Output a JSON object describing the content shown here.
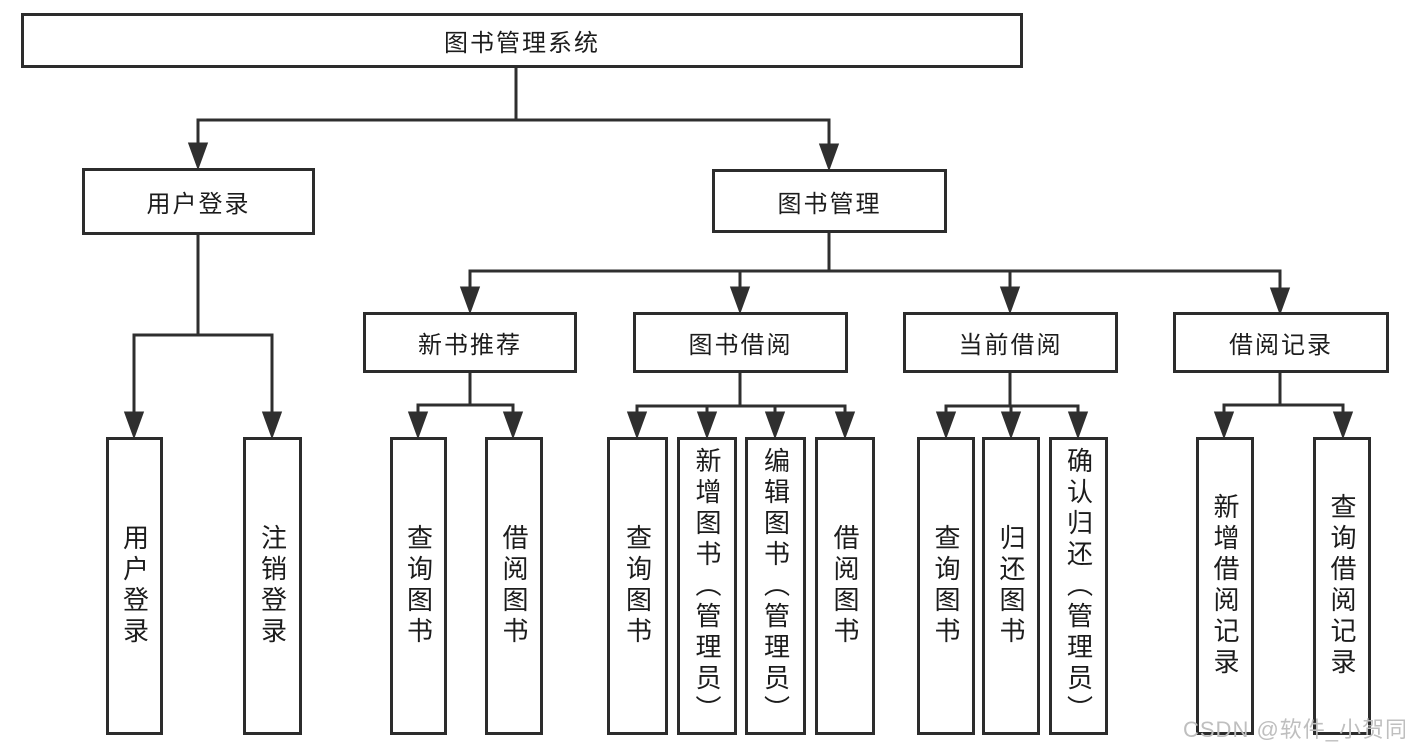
{
  "diagram": {
    "root": {
      "label": "图书管理系统"
    },
    "level2": [
      {
        "label": "用户登录"
      },
      {
        "label": "图书管理"
      }
    ],
    "level3": [
      {
        "label": "新书推荐"
      },
      {
        "label": "图书借阅"
      },
      {
        "label": "当前借阅"
      },
      {
        "label": "借阅记录"
      }
    ],
    "leaves": [
      {
        "label": "用户登录"
      },
      {
        "label": "注销登录"
      },
      {
        "label": "查询图书"
      },
      {
        "label": "借阅图书"
      },
      {
        "label": "查询图书"
      },
      {
        "label": "新增图书（管理员）"
      },
      {
        "label": "编辑图书（管理员）"
      },
      {
        "label": "借阅图书"
      },
      {
        "label": "查询图书"
      },
      {
        "label": "归还图书"
      },
      {
        "label": "确认归还（管理员）"
      },
      {
        "label": "新增借阅记录"
      },
      {
        "label": "查询借阅记录"
      }
    ],
    "watermark": "CSDN @软件_小贺同学",
    "colors": {
      "line": "#2f2f2f",
      "border": "#2c2c2c",
      "text": "#1c1c1c",
      "watermark_text": "#bfbfbf",
      "background": "#ffffff"
    }
  }
}
